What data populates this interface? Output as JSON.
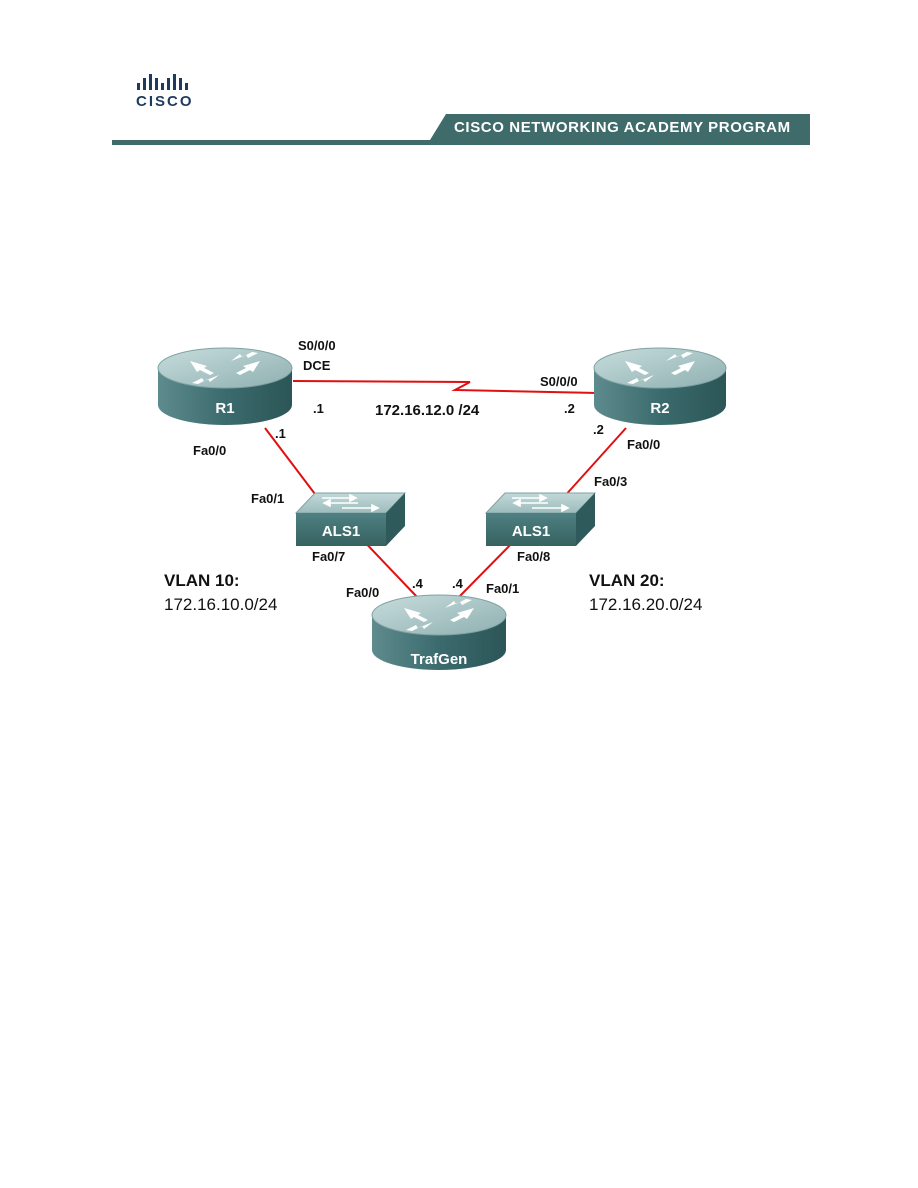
{
  "header": {
    "logo_text": "CISCO",
    "program_title": "CISCO NETWORKING ACADEMY PROGRAM"
  },
  "colors": {
    "banner": "#3f6b6b",
    "link": "#e01010",
    "device_top": "#a9c4c4",
    "device_side": "#3b6b6e"
  },
  "devices": {
    "r1": "R1",
    "r2": "R2",
    "als1_left": "ALS1",
    "als1_right": "ALS1",
    "trafgen": "TrafGen"
  },
  "labels": {
    "r1_serial_if": "S0/0/0",
    "r1_dce": "DCE",
    "r1_serial_ip": ".1",
    "serial_network": "172.16.12.0 /24",
    "r2_serial_ip": ".2",
    "r2_serial_if": "S0/0/0",
    "r1_fa_ip": ".1",
    "r1_fa_if": "Fa0/0",
    "als1l_up_if": "Fa0/1",
    "als1l_down_if": "Fa0/7",
    "r2_fa_ip": ".2",
    "r2_fa_if": "Fa0/0",
    "als1r_up_if": "Fa0/3",
    "als1r_down_if": "Fa0/8",
    "tg_fa00_if": "Fa0/0",
    "tg_fa00_ip": ".4",
    "tg_fa01_ip": ".4",
    "tg_fa01_if": "Fa0/1"
  },
  "vlans": {
    "vlan10_title": "VLAN 10:",
    "vlan10_net": "172.16.10.0/24",
    "vlan20_title": "VLAN 20:",
    "vlan20_net": "172.16.20.0/24"
  }
}
